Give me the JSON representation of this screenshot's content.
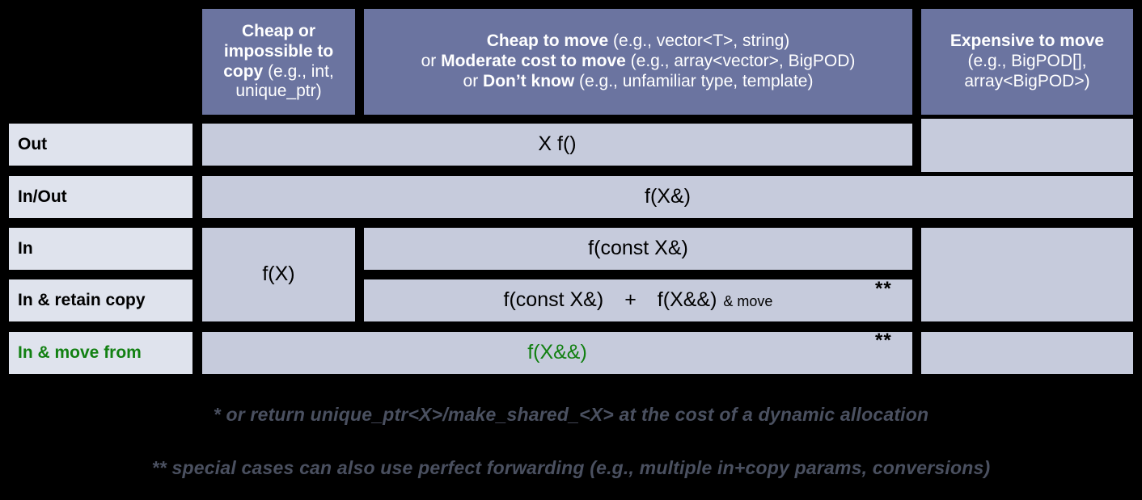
{
  "title": "C++ parameter passing guidelines table",
  "colors": {
    "header_bg": "#6b74a0",
    "body_cell_bg": "#c6cbdc",
    "row_label_bg": "#dfe3ed",
    "page_bg": "#000000",
    "green": "#128012",
    "footnote": "#4a5060"
  },
  "header": {
    "corner": "",
    "col_cheap_copy": {
      "bold1": "Cheap or impossible to copy",
      "rest1": " (e.g., int, unique_ptr)"
    },
    "col_cheap_move": {
      "bold1": "Cheap to move",
      "rest1": " (e.g., vector<T>, string)",
      "or2": "or ",
      "bold2": "Moderate cost to move",
      "rest2": " (e.g., array<vector>, BigPOD)",
      "or3": "or ",
      "bold3": "Don’t know",
      "rest3": " (e.g., unfamiliar type, template)"
    },
    "col_expensive_move": {
      "bold1": "Expensive to move",
      "rest1": "(e.g., BigPOD[], array<BigPOD>)"
    }
  },
  "rows": [
    {
      "label": "Out",
      "label_green": false
    },
    {
      "label": "In/Out",
      "label_green": false
    },
    {
      "label": "In",
      "label_green": false
    },
    {
      "label": "In & retain copy",
      "label_green": false
    },
    {
      "label": "In & move from",
      "label_green": true
    }
  ],
  "cells": {
    "out_wide": "X f()",
    "out_expensive": "",
    "inout_wide": "f(X&)",
    "in_cheapcopy": "f(X)",
    "in_wide": "f(const X&)",
    "in_expensive": "",
    "retain_sig_left": "f(const X&)",
    "retain_sig_plus": "+",
    "retain_sig_right": "f(X&&)",
    "retain_sig_suffix": "& move",
    "retain_star": "**",
    "movefrom_wide": "f(X&&)",
    "movefrom_star": "**",
    "movefrom_expensive": ""
  },
  "footnotes": [
    "* or return unique_ptr<X>/make_shared_<X> at the cost of a dynamic allocation",
    "** special cases can also use perfect forwarding (e.g., multiple in+copy params, conversions)"
  ]
}
